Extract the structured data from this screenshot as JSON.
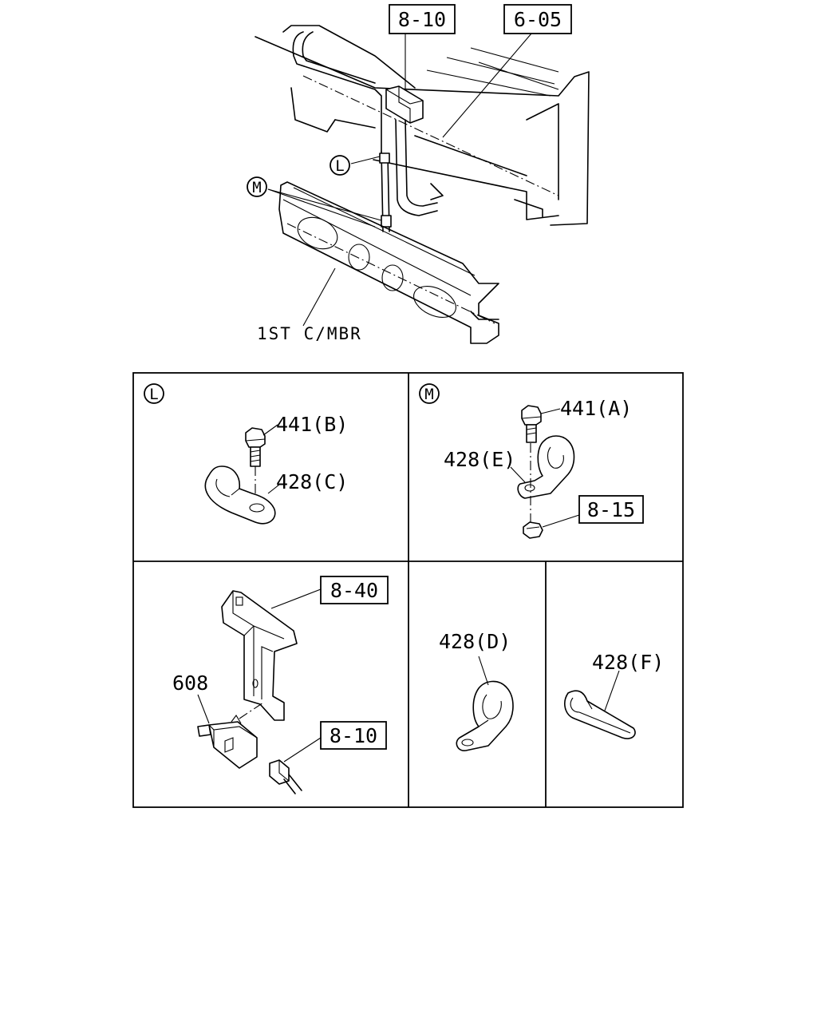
{
  "refs": {
    "r810_top": "8-10",
    "r605": "6-05",
    "r815": "8-15",
    "r840": "8-40",
    "r810_bottom": "8-10"
  },
  "callouts": {
    "L": "L",
    "M": "M"
  },
  "labels": {
    "crossmember": "1ST C/MBR",
    "p441B": "441(B)",
    "p428C": "428(C)",
    "p441A": "441(A)",
    "p428E": "428(E)",
    "p608": "608",
    "p428D": "428(D)",
    "p428F": "428(F)"
  },
  "panels": {
    "L": "L",
    "M": "M"
  }
}
